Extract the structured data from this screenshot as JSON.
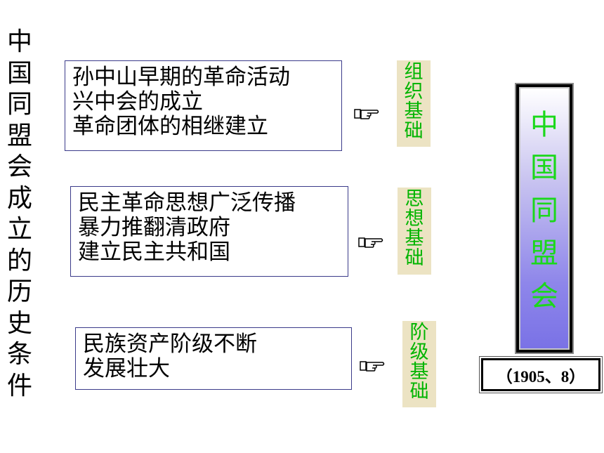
{
  "vertical_title": "中国同盟会成立的历史条件",
  "rows": [
    {
      "lines": [
        "孙中山早期的革命活动",
        "兴中会的成立",
        "革命团体的相继建立"
      ],
      "label": "组织基础"
    },
    {
      "lines": [
        "民主革命思想广泛传播",
        "暴力推翻清政府",
        "建立民主共和国"
      ],
      "label": "思想基础"
    },
    {
      "lines": [
        "民族资产阶级不断",
        "发展壮大"
      ],
      "label": "阶级基础"
    }
  ],
  "organization": {
    "name": "中国同盟会",
    "date": "（1905、8）"
  },
  "icons": {
    "pointer": "pointing-hand-icon"
  },
  "colors": {
    "label_text": "#00b400",
    "label_bg": "#ece3c3",
    "org_text": "#1bd81b",
    "box_border": "#3b3b8a"
  }
}
